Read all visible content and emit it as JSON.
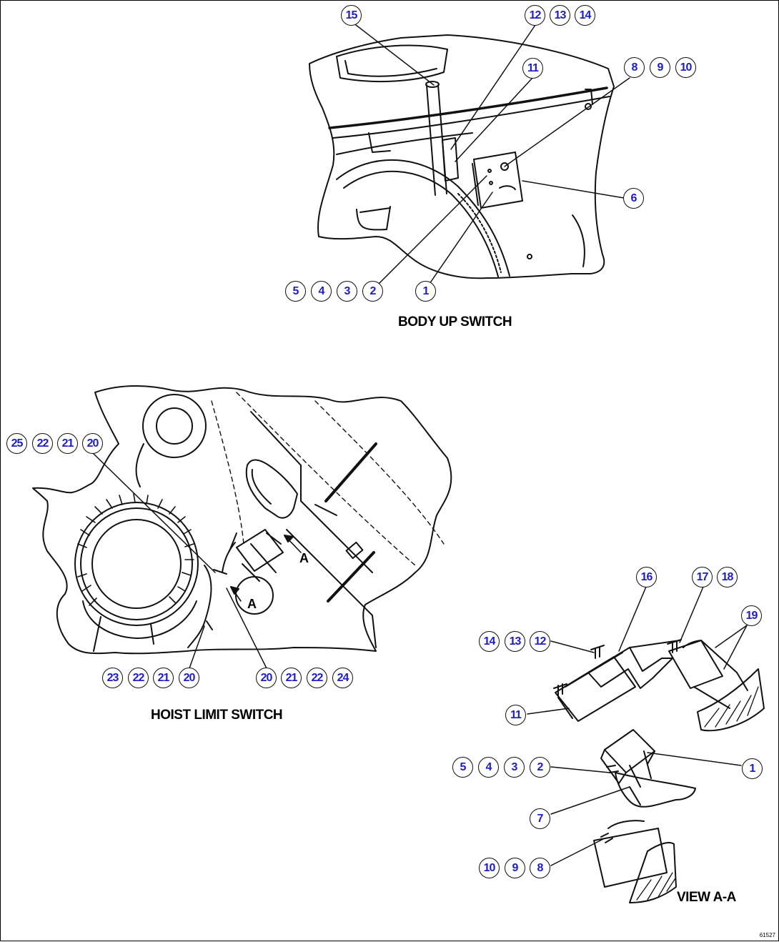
{
  "colors": {
    "line": "#111111",
    "balloon_text": "#1c1cc8"
  },
  "views": {
    "body_up": {
      "caption": "BODY UP SWITCH",
      "callouts": [
        "15",
        "12",
        "13",
        "14",
        "11",
        "8",
        "9",
        "10",
        "6",
        "5",
        "4",
        "3",
        "2",
        "1"
      ]
    },
    "hoist_limit": {
      "caption": "HOIST LIMIT SWITCH",
      "section_label": "A",
      "detail_label": "A",
      "callouts_top": [
        "25",
        "22",
        "21",
        "20"
      ],
      "callouts_bottom_left": [
        "23",
        "22",
        "21",
        "20"
      ],
      "callouts_bottom_right": [
        "20",
        "21",
        "22",
        "24"
      ]
    },
    "view_aa": {
      "caption": "VIEW A-A",
      "callouts": [
        "16",
        "17",
        "18",
        "19",
        "14",
        "13",
        "12",
        "11",
        "5",
        "4",
        "3",
        "2",
        "1",
        "7",
        "10",
        "9",
        "8"
      ]
    }
  },
  "figure_number": "61527"
}
